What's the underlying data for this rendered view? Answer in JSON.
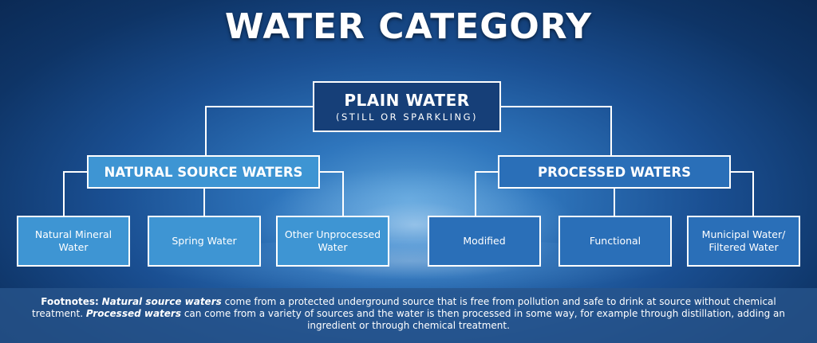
{
  "title": "WATER CATEGORY",
  "root": {
    "label": "PLAIN WATER",
    "sublabel": "(STILL OR SPARKLING)"
  },
  "categories": [
    {
      "label": "NATURAL SOURCE WATERS",
      "children": [
        "Natural Mineral Water",
        "Spring Water",
        "Other Unprocessed Water"
      ]
    },
    {
      "label": "PROCESSED WATERS",
      "children": [
        "Modified",
        "Functional",
        "Municipal Water/ Filtered Water"
      ]
    }
  ],
  "footnote": {
    "lead": "Footnotes:",
    "term1": "Natural source waters",
    "text1": " come from a protected underground source that is free from pollution and safe to drink at source without chemical treatment. ",
    "term2": "Processed waters",
    "text2": " can come from a variety of sources and the water is then processed in some way, for example through distillation, adding an ingredient or through chemical treatment."
  },
  "colors": {
    "root_fill": "#163f78",
    "natural_fill": "#3e95d3",
    "processed_fill": "#2a6fb8",
    "connector": "#ffffff"
  }
}
